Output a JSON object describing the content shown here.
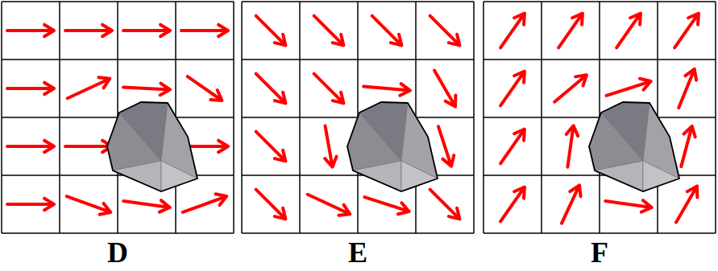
{
  "diagram": {
    "labels": [
      "D",
      "E",
      "F"
    ]
  }
}
